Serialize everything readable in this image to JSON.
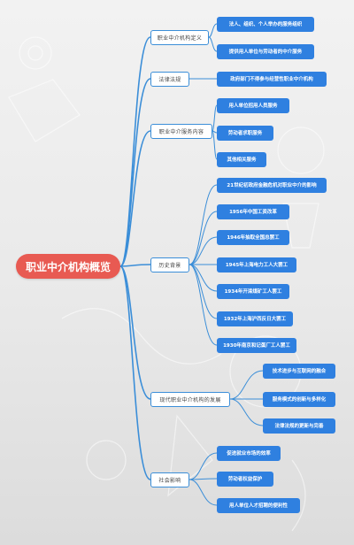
{
  "root": {
    "title": "职业中介机构概览"
  },
  "branches": [
    {
      "label": "职业中介机构定义",
      "children": [
        "法人、组织、个人举办的服务组织",
        "提供用人单位与劳动者的中介服务"
      ]
    },
    {
      "label": "法律法规",
      "children": [
        "政府部门不得参与经营性职业中介机构"
      ]
    },
    {
      "label": "职业中介服务内容",
      "children": [
        "用人单位招用人员服务",
        "劳动者求职服务",
        "其他相关服务"
      ]
    },
    {
      "label": "历史背景",
      "children": [
        "21世纪初政府金融危机对职业中介的影响",
        "1956年中国工资改革",
        "1946年抽取全国总罢工",
        "1945年上海电力工人大罢工",
        "1934年开滦煤矿工人罢工",
        "1932年上海沪西反日大罢工",
        "1930年南京和记蛋厂工人罢工"
      ]
    },
    {
      "label": "现代职业中介机构的发展",
      "children": [
        "技术进步与互联网的融合",
        "服务模式的创新与多样化",
        "法律法规的更新与完善"
      ]
    },
    {
      "label": "社会影响",
      "children": [
        "促进就业市场的效率",
        "劳动者权益保护",
        "用人单位人才招聘的便利性"
      ]
    }
  ]
}
